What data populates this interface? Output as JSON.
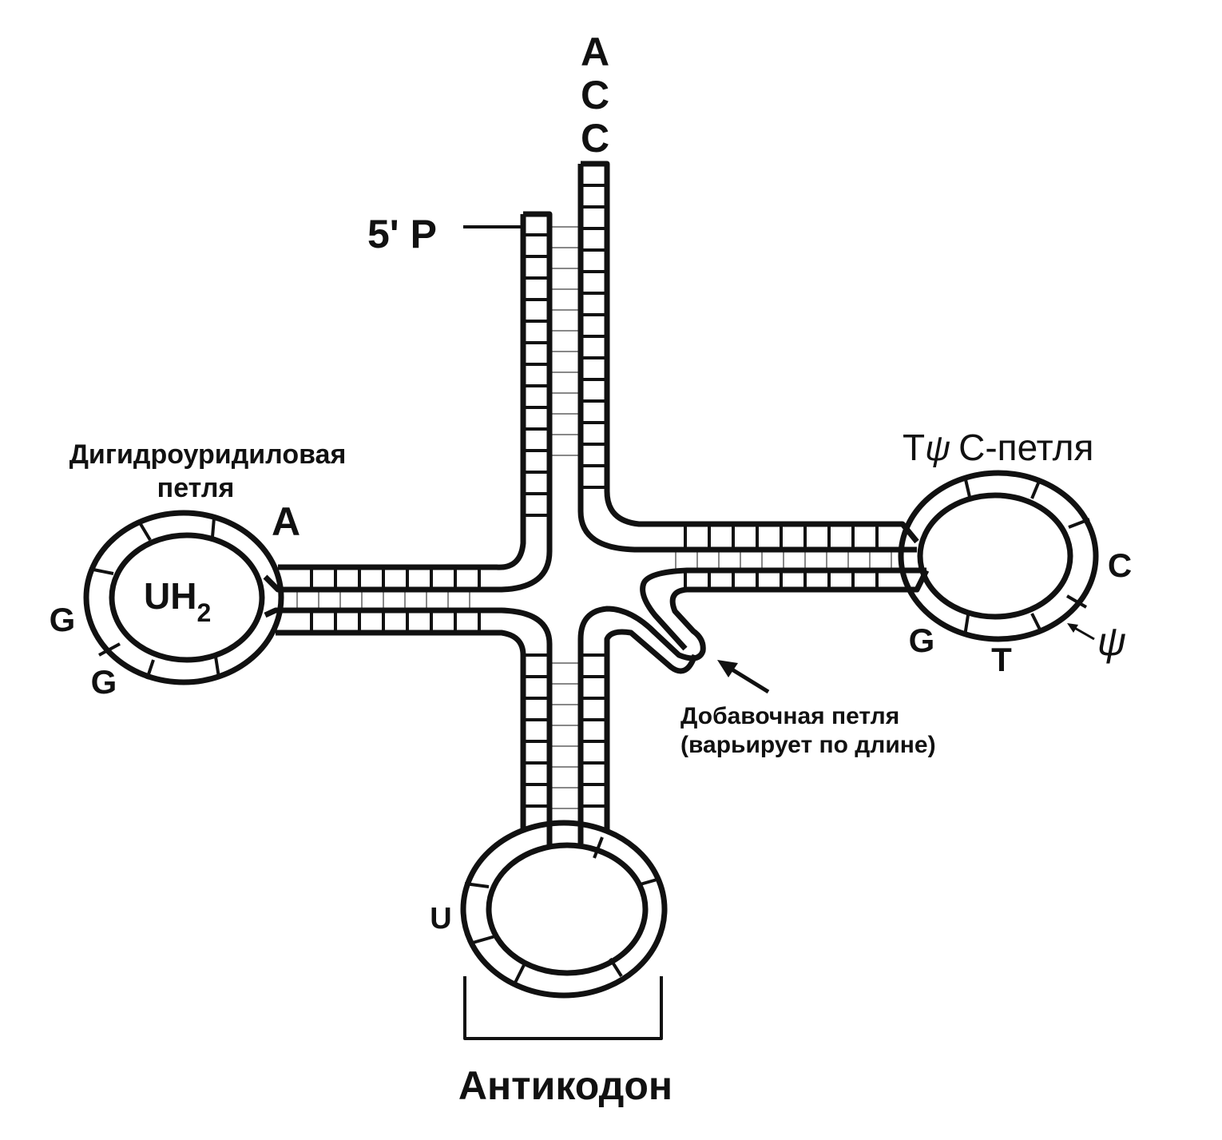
{
  "acceptor_end": {
    "base1": "A",
    "base2": "C",
    "base3": "C",
    "five_prime": "5' P"
  },
  "d_loop": {
    "title_line1": "Дигидроуридиловая",
    "title_line2": "петля",
    "inner": "UH",
    "inner_sub": "2",
    "base_a": "A",
    "base_g1": "G",
    "base_g2": "G"
  },
  "t_loop": {
    "title_t": "T",
    "title_psi": "ψ",
    "title_rest": "C-петля",
    "base_c": "C",
    "base_g": "G",
    "base_t": "T",
    "psi_mark": "ψ"
  },
  "variable_loop": {
    "line1": "Добавочная петля",
    "line2": "(варьирует по длине)"
  },
  "anticodon": {
    "label": "Антикодон",
    "base_u": "U"
  },
  "colors": {
    "ink": "#111111",
    "background": "#ffffff"
  }
}
